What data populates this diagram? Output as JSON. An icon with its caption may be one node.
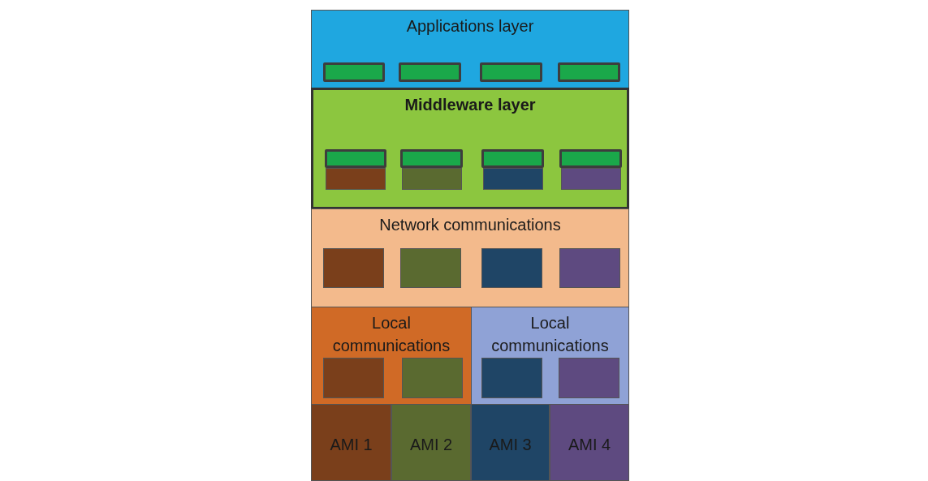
{
  "diagram": {
    "nodes": [
      {
        "text": [
          "Applications layer"
        ]
      },
      {
        "text": [],
        "shape": "box",
        "in": 0
      },
      {
        "text": [],
        "shape": "box",
        "in": 0
      },
      {
        "text": [],
        "shape": "box",
        "in": 0
      },
      {
        "text": [],
        "shape": "box",
        "in": 0
      },
      {
        "text": [
          "Middleware layer"
        ]
      },
      {
        "text": [],
        "shape": "box",
        "in": 5
      },
      {
        "text": [],
        "shape": "box",
        "in": 5
      },
      {
        "text": [],
        "shape": "box",
        "in": 5
      },
      {
        "text": [],
        "shape": "box",
        "in": 5
      },
      {
        "text": [],
        "shape": "box",
        "in": 5
      },
      {
        "text": [],
        "shape": "box",
        "in": 5
      },
      {
        "text": [],
        "shape": "box",
        "in": 5
      },
      {
        "text": [],
        "shape": "box",
        "in": 5
      },
      {
        "text": [
          "Network communications"
        ]
      },
      {
        "text": [],
        "shape": "box",
        "in": 14
      },
      {
        "text": [],
        "shape": "box",
        "in": 14
      },
      {
        "text": [],
        "shape": "box",
        "in": 14
      },
      {
        "text": [],
        "shape": "box",
        "in": 14
      },
      {
        "text": [
          "Local communications"
        ]
      },
      {
        "text": [],
        "shape": "box",
        "in": 19
      },
      {
        "text": [],
        "shape": "box",
        "in": 19
      },
      {
        "text": [
          "Local communications"
        ]
      },
      {
        "text": [],
        "shape": "box",
        "in": 22
      },
      {
        "text": [],
        "shape": "box",
        "in": 22
      },
      {
        "text": [
          "AMI 1"
        ]
      },
      {
        "text": [
          "AMI 2"
        ]
      },
      {
        "text": [
          "AMI 3"
        ]
      },
      {
        "text": [
          "AMI 4"
        ]
      }
    ]
  }
}
